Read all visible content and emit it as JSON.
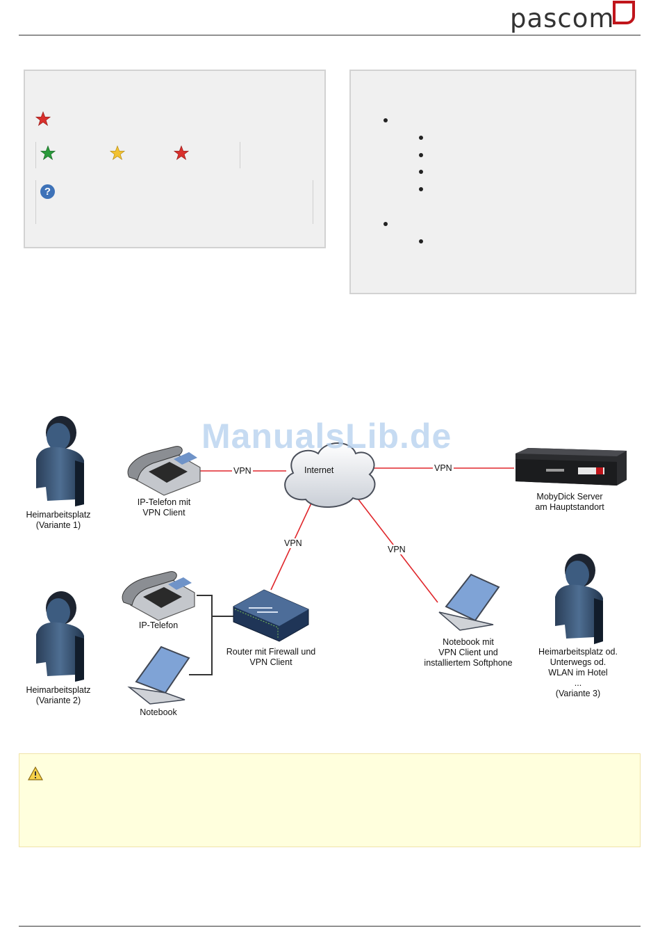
{
  "header": {
    "logo_text": "pascom"
  },
  "diagram": {
    "watermark": "ManualsLib.de",
    "internet": "Internet",
    "vpn_label": "VPN",
    "nodes": {
      "person1_line1": "Heimarbeitsplatz",
      "person1_line2": "(Variante 1)",
      "ip_phone_vpn_line1": "IP-Telefon mit",
      "ip_phone_vpn_line2": "VPN Client",
      "server_line1": "MobyDick Server",
      "server_line2": "am Hauptstandort",
      "person2_line1": "Heimarbeitsplatz",
      "person2_line2": "(Variante 2)",
      "ip_phone": "IP-Telefon",
      "notebook": "Notebook",
      "router_line1": "Router mit Firewall und",
      "router_line2": "VPN Client",
      "notebook_vpn_line1": "Notebook mit",
      "notebook_vpn_line2": "VPN Client und",
      "notebook_vpn_line3": "installiertem Softphone",
      "person3_line1": "Heimarbeitsplatz od.",
      "person3_line2": "Unterwegs od.",
      "person3_line3": "WLAN im Hotel",
      "person3_line4": "...",
      "person3_line5": "(Variante 3)"
    }
  },
  "colors": {
    "brand_red": "#c0151b",
    "vpn_line": "#e0262b",
    "star_red": "#d9302c",
    "star_green": "#2a9a3b",
    "star_yellow": "#f2c232",
    "help_blue": "#3e72b8"
  },
  "icons": [
    "star-red-icon",
    "star-green-icon",
    "star-yellow-icon",
    "help-icon",
    "warning-icon",
    "person-icon",
    "phone-icon",
    "laptop-icon",
    "router-icon",
    "server-icon",
    "cloud-icon"
  ]
}
